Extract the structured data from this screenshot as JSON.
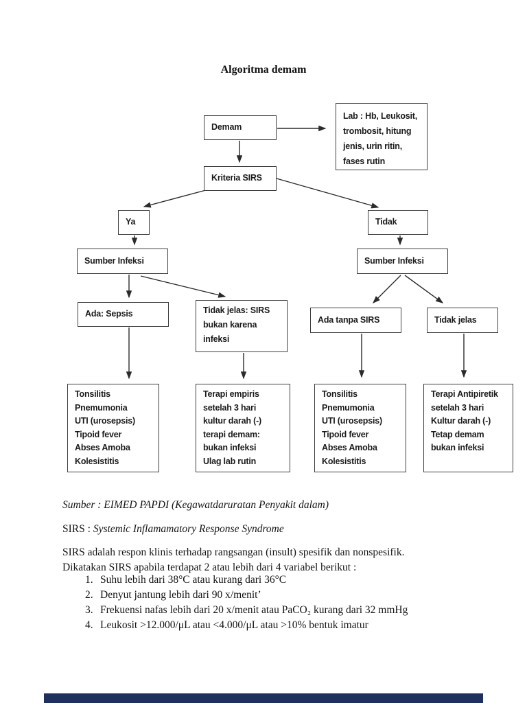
{
  "page": {
    "title": "Algoritma demam",
    "footer_bar_color": "#20305c"
  },
  "flowchart": {
    "nodes": {
      "demam": "Demam",
      "lab": [
        "Lab : Hb, Leukosit,",
        "trombosit, hitung",
        "jenis, urin ritin,",
        "fases rutin"
      ],
      "kriteria": "Kriteria SIRS",
      "ya": "Ya",
      "tidak": "Tidak",
      "sumber_left": "Sumber Infeksi",
      "sumber_right": "Sumber Infeksi",
      "ada_sepsis": "Ada: Sepsis",
      "tidak_jelas_sirs": [
        "Tidak jelas: SIRS",
        "bukan karena",
        "infeksi"
      ],
      "ada_tanpa_sirs": "Ada tanpa SIRS",
      "tidak_jelas": "Tidak jelas",
      "diagnosis_left": [
        "Tonsilitis",
        "Pnemumonia",
        "UTI (urosepsis)",
        "Tipoid fever",
        "Abses Amoba",
        "Kolesistitis"
      ],
      "terapi_empiris": [
        "Terapi empiris",
        "setelah 3 hari",
        "kultur darah (-)",
        "terapi demam:",
        "bukan infeksi",
        "Ulag lab rutin"
      ],
      "diagnosis_right": [
        "Tonsilitis",
        "Pnemumonia",
        "UTI (urosepsis)",
        "Tipoid fever",
        "Abses Amoba",
        "Kolesistitis"
      ],
      "terapi_antipiretik": [
        "Terapi Antipiretik",
        "setelah 3 hari",
        "Kultur darah (-)",
        "Tetap demam",
        "bukan infeksi"
      ]
    }
  },
  "notes": {
    "source": "Sumber : EIMED PAPDI (Kegawatdaruratan Penyakit dalam)",
    "sirs_label": "SIRS : ",
    "sirs_full": "Systemic Inflamamatory Response Syndrome",
    "paragraph": [
      "SIRS adalah respon klinis terhadap rangsangan (insult) spesifik dan nonspesifik.",
      "Dikatakan SIRS apabila terdapat 2 atau lebih dari 4 variabel berikut :"
    ],
    "criteria": [
      {
        "num": "1.",
        "text": "Suhu lebih dari 38°C atau kurang dari 36°C"
      },
      {
        "num": "2.",
        "text": "Denyut jantung lebih dari 90 x/menit’"
      },
      {
        "num": "3.",
        "text": "Frekuensi nafas lebih dari 20 x/menit atau PaCO₂ kurang dari 32 mmHg"
      },
      {
        "num": "4.",
        "text": "Leukosit >12.000/μL atau <4.000/μL atau >10% bentuk imatur"
      }
    ]
  }
}
